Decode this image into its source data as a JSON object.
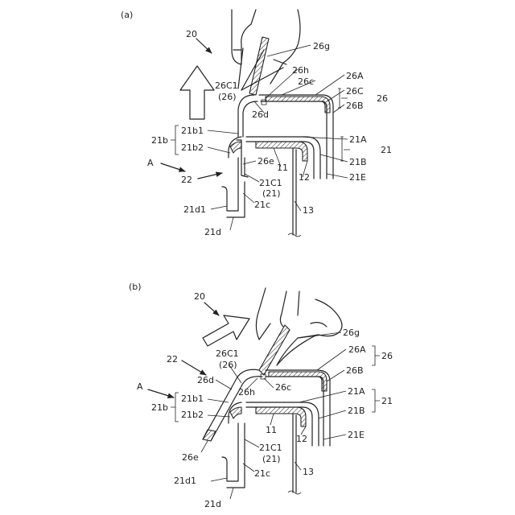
{
  "panels": [
    {
      "id": "a",
      "panel_label": "(a)",
      "labels": {
        "assembly": "20",
        "part_26g": "26g",
        "part_26h": "26h",
        "part_26c1": "26C1",
        "part_26c1_ref": "(26)",
        "part_26c": "26c",
        "part_26a": "26A",
        "part_26c_cap": "26C",
        "part_26b": "26B",
        "group_26": "26",
        "part_26d": "26d",
        "part_21b1": "21b1",
        "part_21b2": "21b2",
        "group_21b": "21b",
        "part_21a": "21A",
        "part_21b_cap": "21B",
        "part_21e": "21E",
        "group_21": "21",
        "part_11": "11",
        "part_12": "12",
        "part_26e": "26e",
        "view_a": "A",
        "part_22": "22",
        "part_21c1": "21C1",
        "part_21c1_ref": "(21)",
        "part_21d1": "21d1",
        "part_21c": "21c",
        "part_13": "13",
        "part_21d": "21d"
      }
    },
    {
      "id": "b",
      "panel_label": "(b)",
      "labels": {
        "assembly": "20",
        "part_26g": "26g",
        "part_22": "22",
        "part_26c1": "26C1",
        "part_26c1_ref": "(26)",
        "part_26a": "26A",
        "group_26": "26",
        "part_26d": "26d",
        "part_26b": "26B",
        "view_a": "A",
        "part_26h": "26h",
        "part_26c": "26c",
        "part_21b1": "21b1",
        "part_21a": "21A",
        "group_21": "21",
        "group_21b": "21b",
        "part_21b2": "21b2",
        "part_21b_cap": "21B",
        "part_11": "11",
        "part_12": "12",
        "part_21e": "21E",
        "part_26e": "26e",
        "part_21c1": "21C1",
        "part_21c1_ref": "(21)",
        "part_21d1": "21d1",
        "part_21c": "21c",
        "part_13": "13",
        "part_21d": "21d"
      }
    }
  ]
}
